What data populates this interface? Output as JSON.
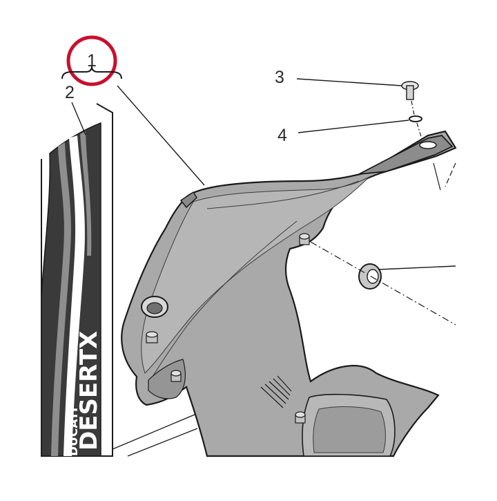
{
  "diagram": {
    "callouts": [
      {
        "id": "1",
        "label": "1"
      },
      {
        "id": "2",
        "label": "2"
      },
      {
        "id": "3",
        "label": "3"
      },
      {
        "id": "4",
        "label": "4"
      }
    ],
    "decal": {
      "brand": "DUCATI",
      "model": "DESERTX"
    },
    "colors": {
      "highlight_circle": "#c8102e",
      "fairing_fill": "#a9a9a9",
      "decal_dark": "#3a3a3a",
      "decal_mid": "#8e8e8e",
      "outline": "#1a1a1a"
    }
  }
}
